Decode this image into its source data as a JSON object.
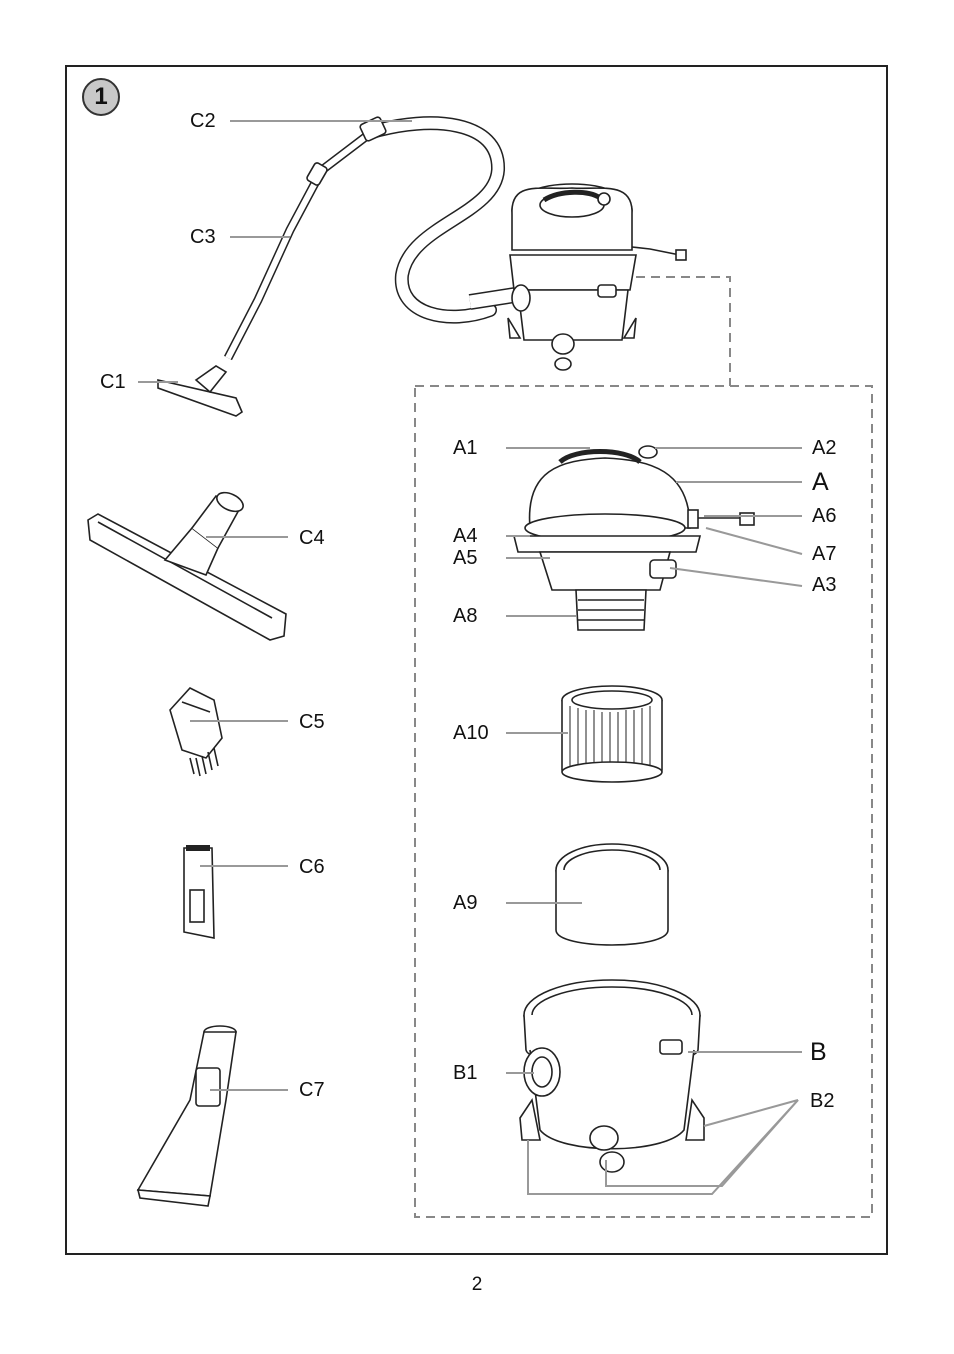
{
  "figure": {
    "number": "1"
  },
  "labels": {
    "C1": "C1",
    "C2": "C2",
    "C3": "C3",
    "C4": "C4",
    "C5": "C5",
    "C6": "C6",
    "C7": "C7",
    "A": "A",
    "A1": "A1",
    "A2": "A2",
    "A3": "A3",
    "A4": "A4",
    "A5": "A5",
    "A6": "A6",
    "A7": "A7",
    "A8": "A8",
    "A9": "A9",
    "A10": "A10",
    "B": "B",
    "B1": "B1",
    "B2": "B2"
  },
  "page_number": "2"
}
